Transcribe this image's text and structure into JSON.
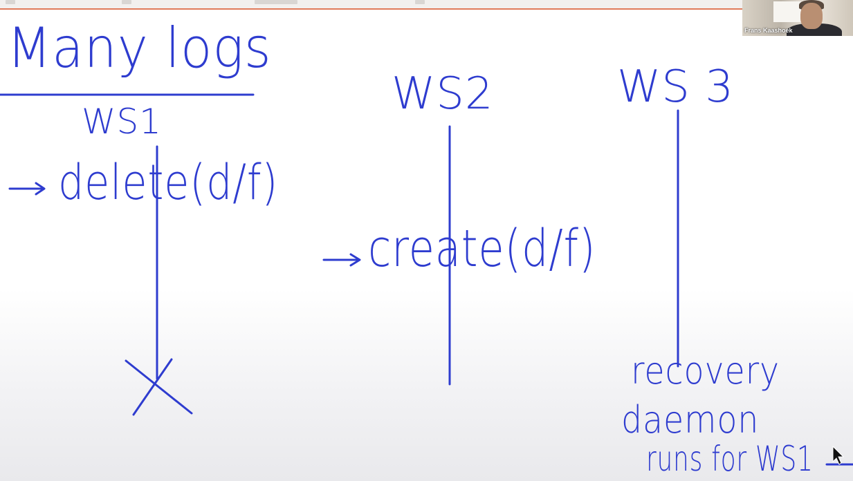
{
  "colors": {
    "ink": "#2e3ccf",
    "toolbar_accent": "#e07a5a"
  },
  "whiteboard": {
    "title": "Many logs",
    "columns": [
      {
        "header": "WS1",
        "event": "delete(d/f)"
      },
      {
        "header": "WS2",
        "event": "create(d/f)"
      },
      {
        "header": "WS 3",
        "note_lines": [
          "recovery",
          "daemon",
          "runs for WS1"
        ]
      }
    ]
  },
  "video": {
    "participant_name": "Frans Kaashoek"
  },
  "icons": {
    "pointer": "mouse-cursor-icon",
    "crash": "crash-x-icon",
    "arrow": "arrow-right-icon"
  }
}
